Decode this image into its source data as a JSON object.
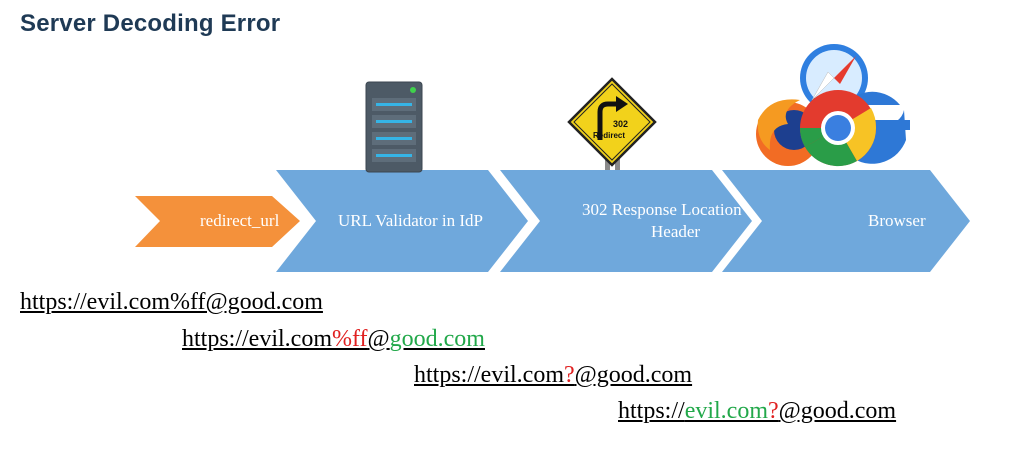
{
  "title": "Server Decoding Error",
  "steps": {
    "redirect": "redirect_url",
    "validator": "URL Validator in IdP",
    "response_line1": "302 Response Location",
    "response_line2": "Header",
    "browser": "Browser"
  },
  "icons": {
    "server": "server-icon",
    "redirect_sign": "302-redirect-sign-icon",
    "redirect_sign_text1": "302",
    "redirect_sign_text2": "Redirect",
    "browsers": [
      "safari-icon",
      "firefox-icon",
      "chrome-icon",
      "edge-icon"
    ]
  },
  "urls": [
    {
      "parts": [
        "https://evil.com%ff@good.com"
      ]
    },
    {
      "parts": [
        "https://evil.com",
        "%ff",
        "@",
        "good.com"
      ]
    },
    {
      "parts": [
        "https://evil.com",
        "?",
        "@good.com"
      ]
    },
    {
      "parts": [
        "https://",
        "evil.com",
        "?",
        "@good.com"
      ]
    }
  ],
  "colors": {
    "title": "#1f3a55",
    "arrow_blue": "#6fa8dc",
    "arrow_orange": "#f4913b",
    "highlight_red": "#e02020",
    "highlight_green": "#22a84a"
  }
}
